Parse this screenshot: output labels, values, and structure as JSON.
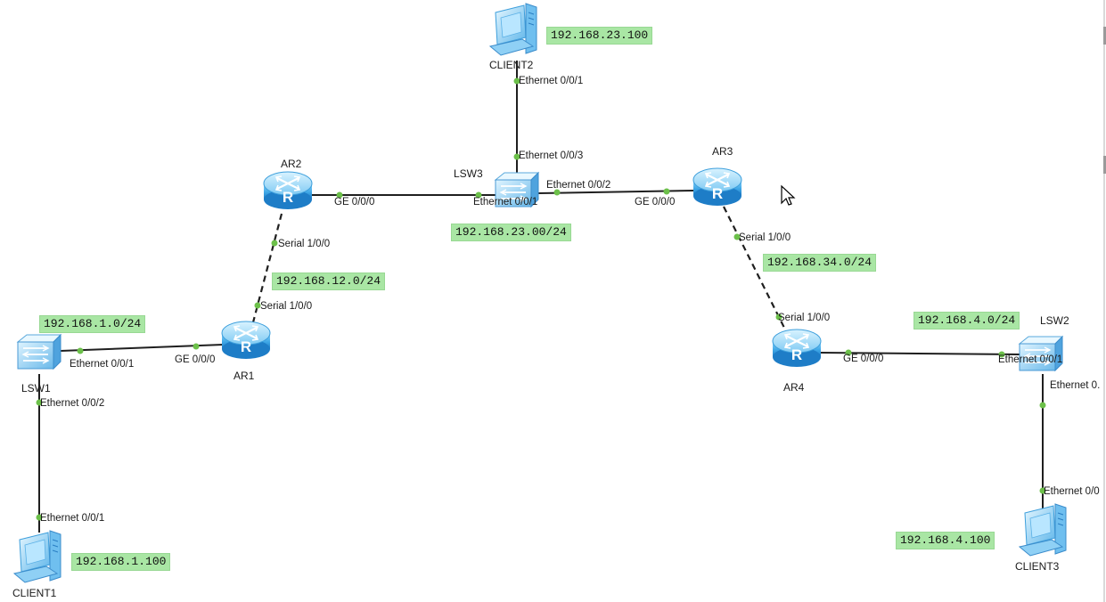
{
  "devices": {
    "client1": "CLIENT1",
    "client2": "CLIENT2",
    "client3": "CLIENT3",
    "lsw1": "LSW1",
    "lsw2": "LSW2",
    "lsw3": "LSW3",
    "ar1": "AR1",
    "ar2": "AR2",
    "ar3": "AR3",
    "ar4": "AR4"
  },
  "ports": {
    "client2_eth": "Ethernet 0/0/1",
    "lsw3_eth003": "Ethernet 0/0/3",
    "lsw3_eth001": "Ethernet 0/0/1",
    "lsw3_eth002": "Ethernet 0/0/2",
    "ar2_ge": "GE 0/0/0",
    "ar3_ge": "GE 0/0/0",
    "ar2_serial": "Serial 1/0/0",
    "ar1_serial": "Serial 1/0/0",
    "ar3_serial": "Serial 1/0/0",
    "ar4_serial": "Serial 1/0/0",
    "lsw1_eth001": "Ethernet 0/0/1",
    "ar1_ge": "GE 0/0/0",
    "lsw1_eth002": "Ethernet 0/0/2",
    "client1_eth": "Ethernet 0/0/1",
    "ar4_ge": "GE 0/0/0",
    "lsw2_eth001": "Ethernet 0/0/1",
    "lsw2_eth_down": "Ethernet 0.",
    "client3_eth": "Ethernet 0/0"
  },
  "notes": {
    "client2_ip": "192.168.23.100",
    "lsw3_net": "192.168.23.00/24",
    "ar12_net": "192.168.12.0/24",
    "lsw1_net": "192.168.1.0/24",
    "client1_ip": "192.168.1.100",
    "ar34_net": "192.168.34.0/24",
    "lsw2_net": "192.168.4.0/24",
    "client3_ip": "192.168.4.100"
  },
  "colors": {
    "note_bg": "#a9e6a4",
    "port_dot": "#6cc04a",
    "link": "#1f1f1f",
    "device_blue": "#3fa7e6"
  },
  "icons": {
    "router": "router-icon",
    "switch": "switch-icon",
    "pc": "pc-icon",
    "cursor": "mouse-cursor-icon"
  }
}
